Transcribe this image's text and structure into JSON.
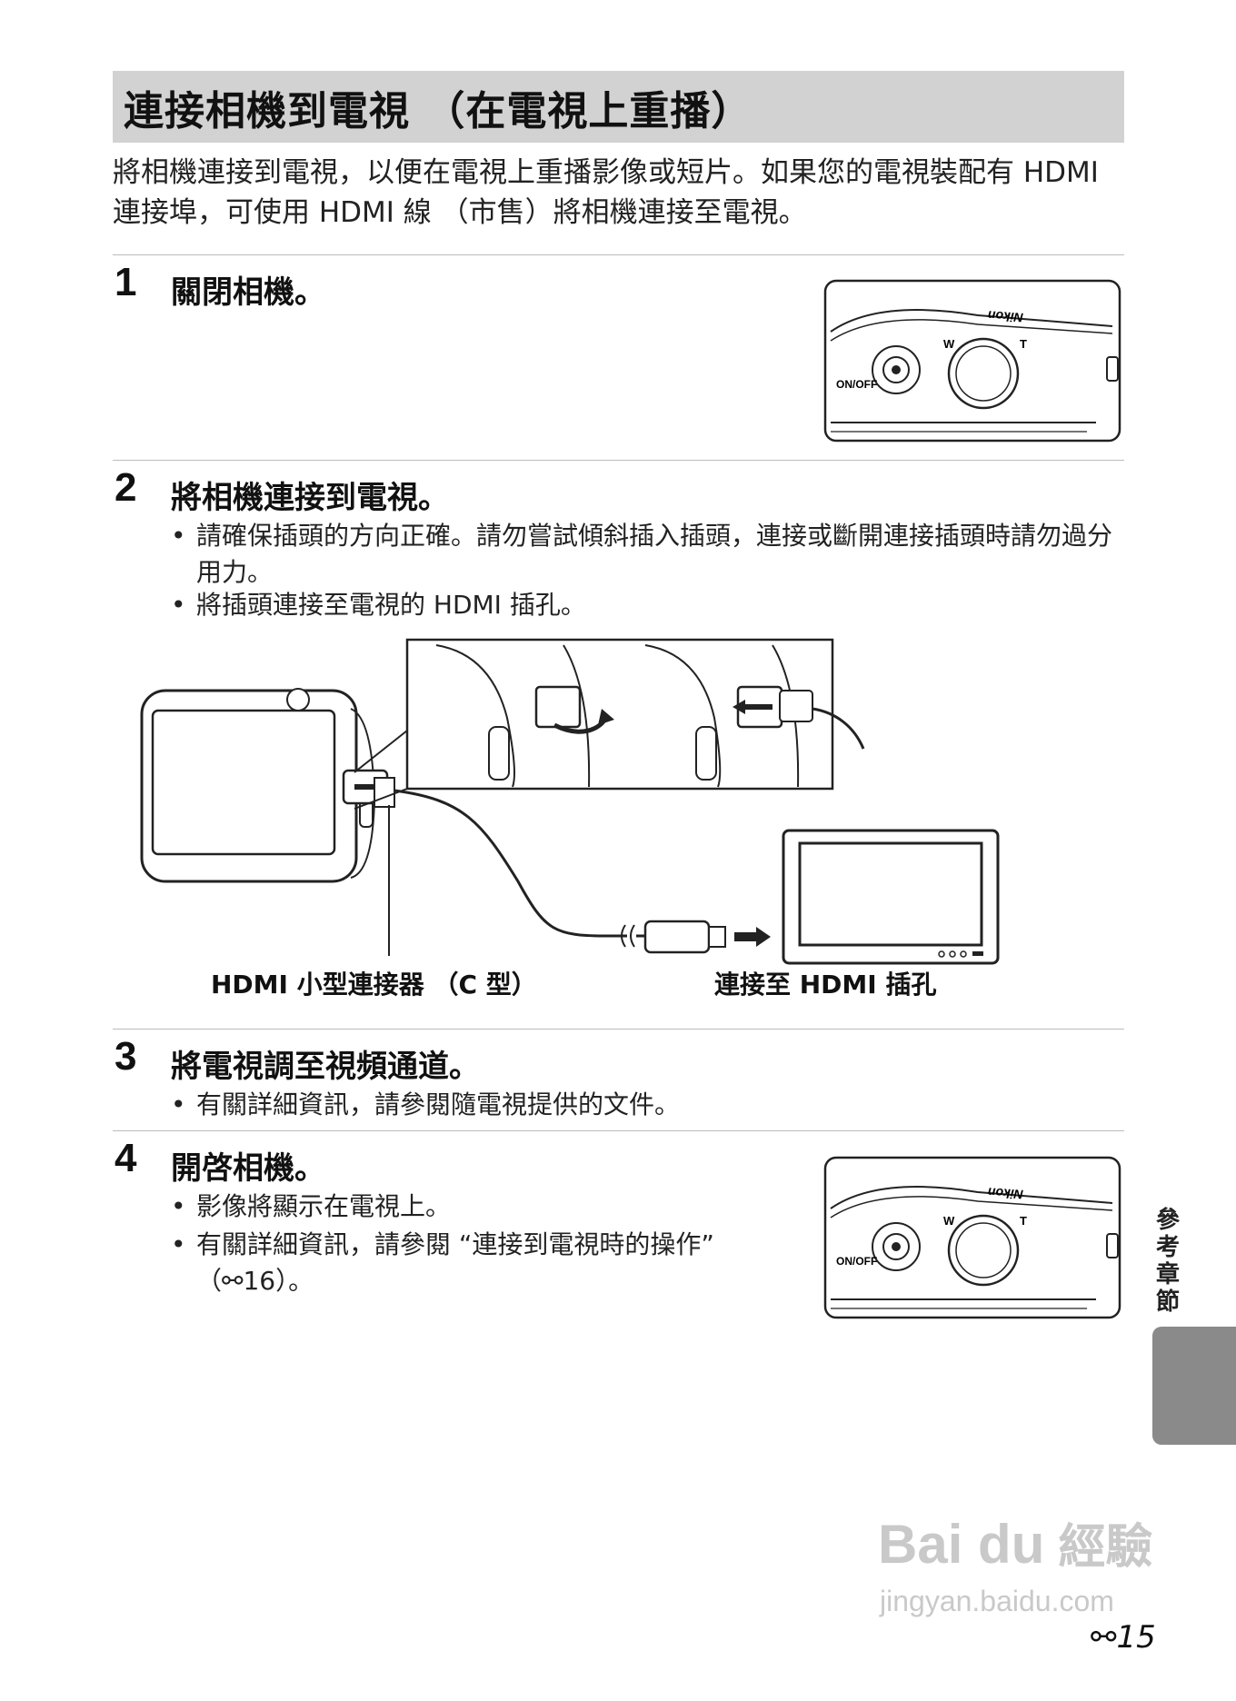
{
  "title": "連接相機到電視 （在電視上重播）",
  "intro": "將相機連接到電視，以便在電視上重播影像或短片。如果您的電視裝配有 HDMI 連接埠，可使用 HDMI 線 （市售）將相機連接至電視。",
  "steps": [
    {
      "num": "1",
      "title": "關閉相機。",
      "bullets": []
    },
    {
      "num": "2",
      "title": "將相機連接到電視。",
      "bullets": [
        "請確保插頭的方向正確。請勿嘗試傾斜插入插頭，連接或斷開連接插頭時請勿過分用力。",
        "將插頭連接至電視的 HDMI 插孔。"
      ]
    },
    {
      "num": "3",
      "title": "將電視調至視頻通道。",
      "bullets": [
        "有關詳細資訊，請參閱隨電視提供的文件。"
      ]
    },
    {
      "num": "4",
      "title": "開啓相機。",
      "bullets": [
        "影像將顯示在電視上。",
        "有關詳細資訊，請參閱 “連接到電視時的操作” （⚯16）。"
      ]
    }
  ],
  "illustration": {
    "camera_labels": {
      "on_off": "ON/OFF",
      "w": "W",
      "t": "T",
      "brand": "Nikon"
    },
    "caption_left": "HDMI 小型連接器 （C 型）",
    "caption_right": "連接至 HDMI 插孔"
  },
  "bullet_symbol": "•",
  "side_tab_label": "參考章節",
  "page_number": {
    "ref_symbol": "⚯",
    "number": "15"
  },
  "watermark": {
    "main": "Bai du",
    "cn": "經驗",
    "url": "jingyan.baidu.com"
  }
}
